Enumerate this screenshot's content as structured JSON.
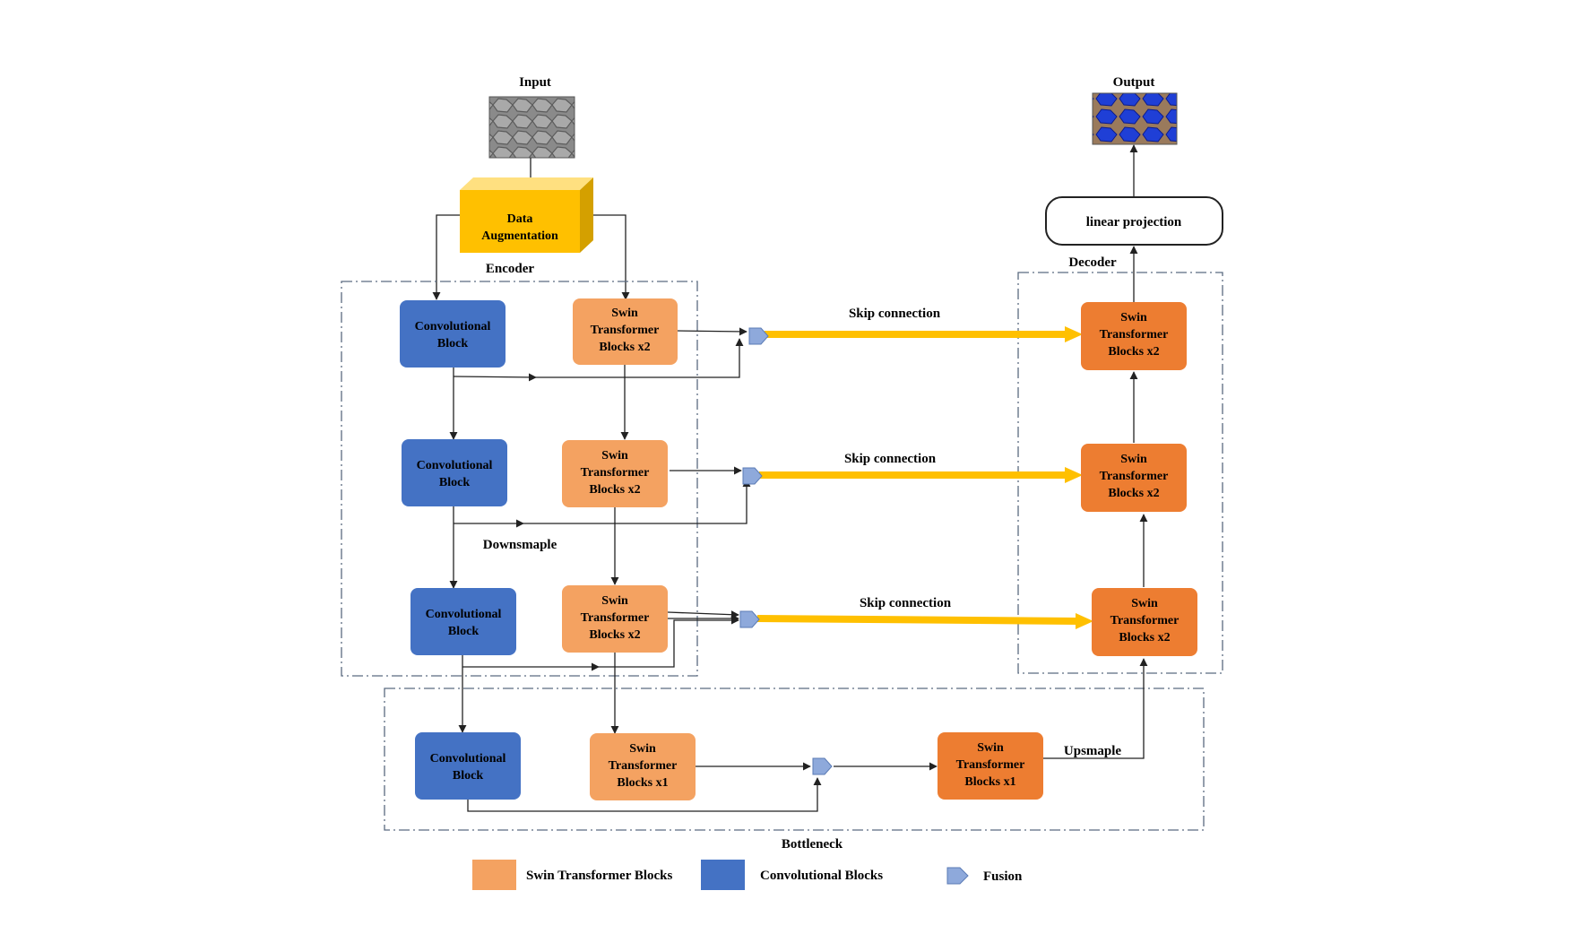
{
  "labels": {
    "input": "Input",
    "output": "Output",
    "data_augmentation": [
      "Data",
      "Augmentation"
    ],
    "encoder": "Encoder",
    "decoder": "Decoder",
    "bottleneck": "Bottleneck",
    "linear_projection": "linear projection",
    "downsample": "Downsmaple",
    "upsample": "Upsmaple",
    "skip_connection": "Skip connection"
  },
  "blocks": {
    "conv": [
      "Convolutional",
      "Block"
    ],
    "swin_x2": [
      "Swin",
      "Transformer",
      "Blocks x2"
    ],
    "swin_x1": [
      "Swin",
      "Transformer",
      "Blocks x1"
    ]
  },
  "legend": {
    "swin": "Swin Transformer Blocks",
    "conv": "Convolutional Blocks",
    "fusion": "Fusion"
  },
  "colors": {
    "conv_block": "#4472C4",
    "swin_encoder": "#F4A261",
    "swin_decoder": "#ED7D31",
    "augmentation": "#FFC000",
    "skip_arrow": "#FFC000",
    "fusion": "#8EA9DB",
    "output_segment": "#1F3FD6"
  },
  "icons": {
    "input_image": "sem-micrograph-image",
    "output_image": "segmentation-mask-image",
    "fusion": "pentagon-arrow-icon"
  }
}
